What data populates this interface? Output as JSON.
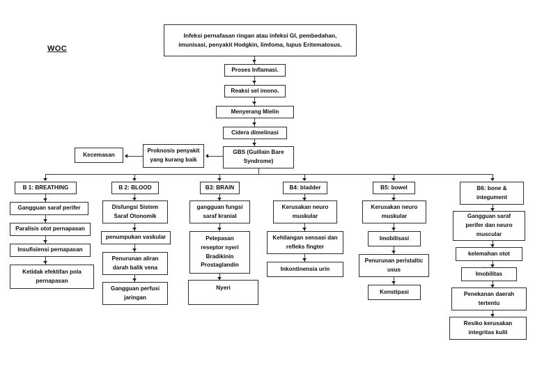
{
  "title": {
    "label": "WOC"
  },
  "diagram": {
    "type": "flowchart",
    "orientation": "top-down",
    "line_color": "#3b3b3b",
    "box_border_color": "#2b2b2b",
    "background": "#ffffff",
    "trunk": [
      {
        "id": "trigger",
        "label": "Infeksi pernafasan ringan atau infeksi GI, pembedahan,\nimunisasi, penyakit Hodgkin, limfoma, lupus Eritematosus."
      },
      {
        "id": "inflamasi",
        "label": "Proses Inflamasi."
      },
      {
        "id": "reaksi",
        "label": "Reaksi sel imono."
      },
      {
        "id": "mielin",
        "label": "Menyerang Mielin"
      },
      {
        "id": "cidera",
        "label": "Cidera dimelinasi"
      },
      {
        "id": "gbs",
        "label": "GBS (Guillain Bare\nSyndrome)"
      }
    ],
    "side_branch": [
      {
        "id": "prognosis",
        "label": "Proknosis penyakit\nyang kurang baik"
      },
      {
        "id": "kecemasan",
        "label": "Kecemasan"
      }
    ],
    "columns": [
      {
        "id": "b1",
        "header": "B 1: BREATHING",
        "steps": [
          "Gangguan saraf perifer",
          "Paralisis otot pernapasan",
          "Insufisiensi pernapasan",
          "Ketidak efektifan pola\npernapasan"
        ]
      },
      {
        "id": "b2",
        "header": "B 2: BLOOD",
        "steps": [
          "Disfungsi Sistem\nSaraf Otonomik",
          "penumpukan vaskular",
          "Penurunan aliran\ndarah balik vena",
          "Gangguan perfusi\njaringan"
        ]
      },
      {
        "id": "b3",
        "header": "B3: BRAIN",
        "steps": [
          "gangguan fungsi\nsaraf kranial",
          "Pelepasan\nreseptor nyeri\nBradikinin\nProstaglandin",
          "Nyeri"
        ]
      },
      {
        "id": "b4",
        "header": "B4: bladder",
        "steps": [
          "Kerusakan neuro\nmuskular",
          "Kehilangan sensasi dan\nrefleks fingter",
          "Inkontinensia  urin"
        ]
      },
      {
        "id": "b5",
        "header": "B5: bowel",
        "steps": [
          "Kerusakan  neuro\nmuskular",
          "Imobilisasi",
          "Penurunan peristaltic\nusus",
          "Konstipasi"
        ]
      },
      {
        "id": "b6",
        "header": "B6: bone &\nintegument",
        "steps": [
          "Gangguan saraf\nperifer dan neuro\nmuscular",
          "kelemahan otot",
          "Imobilitas",
          "Penekanan daerah\ntertentu",
          "Resiko kerusakan\nintegritas kulit"
        ]
      }
    ]
  }
}
